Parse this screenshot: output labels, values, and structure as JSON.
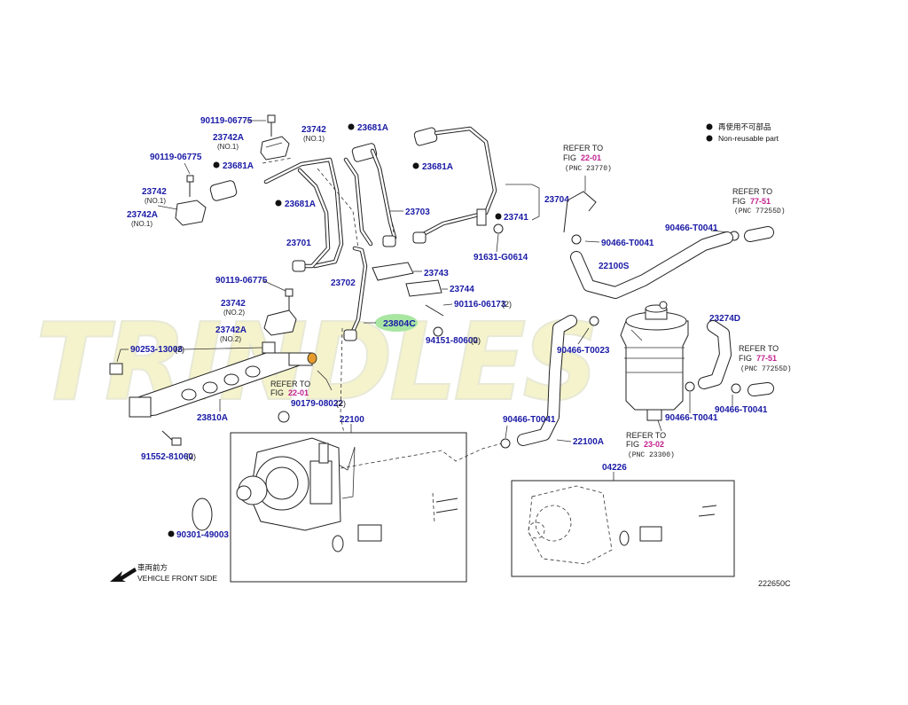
{
  "watermark": "TRINDLES",
  "legend": {
    "bullet_text_1": "再使用不可部品",
    "bullet_text_2": "Non-reusable part"
  },
  "labels": {
    "p90119_a": "90119-06775",
    "p23742_top": "23742",
    "p23742_top_sub": "(NO.1)",
    "p23742A_top": "23742A",
    "p23742A_top_sub": "(NO.1)",
    "p90119_b": "90119-06775",
    "p23681A_a": "23681A",
    "p23681A_b": "23681A",
    "p23681A_c": "23681A",
    "p23681A_d": "23681A",
    "p23742_left": "23742",
    "p23742_left_sub": "(NO.1)",
    "p23742A_left": "23742A",
    "p23742A_left_sub": "(NO.1)",
    "p23703": "23703",
    "p23704": "23704",
    "p23741": "23741",
    "p91631": "91631-G0614",
    "p23701": "23701",
    "p23702": "23702",
    "p23743": "23743",
    "p23744": "23744",
    "p90119_c": "90119-06775",
    "p23742_mid": "23742",
    "p23742_mid_sub": "(NO.2)",
    "p23742A_mid": "23742A",
    "p23742A_mid_sub": "(NO.2)",
    "p23804C": "23804C",
    "p90116": "90116-06173",
    "p90116_qty": "(2)",
    "p94151": "94151-80600",
    "p94151_qty": "(2)",
    "p90253": "90253-13008",
    "p90253_qty": "(2)",
    "ref_a_1": "REFER TO",
    "ref_a_2": "FIG",
    "ref_a_fig": "22-01",
    "p90179": "90179-08022",
    "p90179_qty": "(2)",
    "p23810A": "23810A",
    "p22100": "22100",
    "p91552": "91552-81060",
    "p91552_qty": "(2)",
    "p90301": "90301-49003",
    "front_jp": "車両前方",
    "front_en": "VEHICLE FRONT SIDE",
    "ref_b_1": "REFER TO",
    "ref_b_2": "FIG",
    "ref_b_fig": "22-01",
    "ref_b_pnc": "(PNC 23770)",
    "ref_c_1": "REFER TO",
    "ref_c_2": "FIG",
    "ref_c_fig": "77-51",
    "ref_c_pnc": "(PNC 77255D)",
    "p90466_a": "90466-T0041",
    "p90466_b": "90466-T0041",
    "p22100S": "22100S",
    "p23274D": "23274D",
    "ref_d_1": "REFER TO",
    "ref_d_2": "FIG",
    "ref_d_fig": "77-51",
    "ref_d_pnc": "(PNC 77255D)",
    "p90466_T0023": "90466-T0023",
    "p90466_c": "90466-T0041",
    "p90466_d": "90466-T0041",
    "p90466_e": "90466-T0041",
    "p22100A": "22100A",
    "ref_e_1": "REFER TO",
    "ref_e_2": "FIG",
    "ref_e_fig": "23-02",
    "ref_e_pnc": "(PNC 23300)",
    "p04226": "04226",
    "diagram_code": "222650C"
  },
  "colors": {
    "part_number": "#1a1aa6",
    "figure_ref": "#c2208f",
    "highlight": "#a8e6a1",
    "watermark": "#f3f1c4"
  }
}
